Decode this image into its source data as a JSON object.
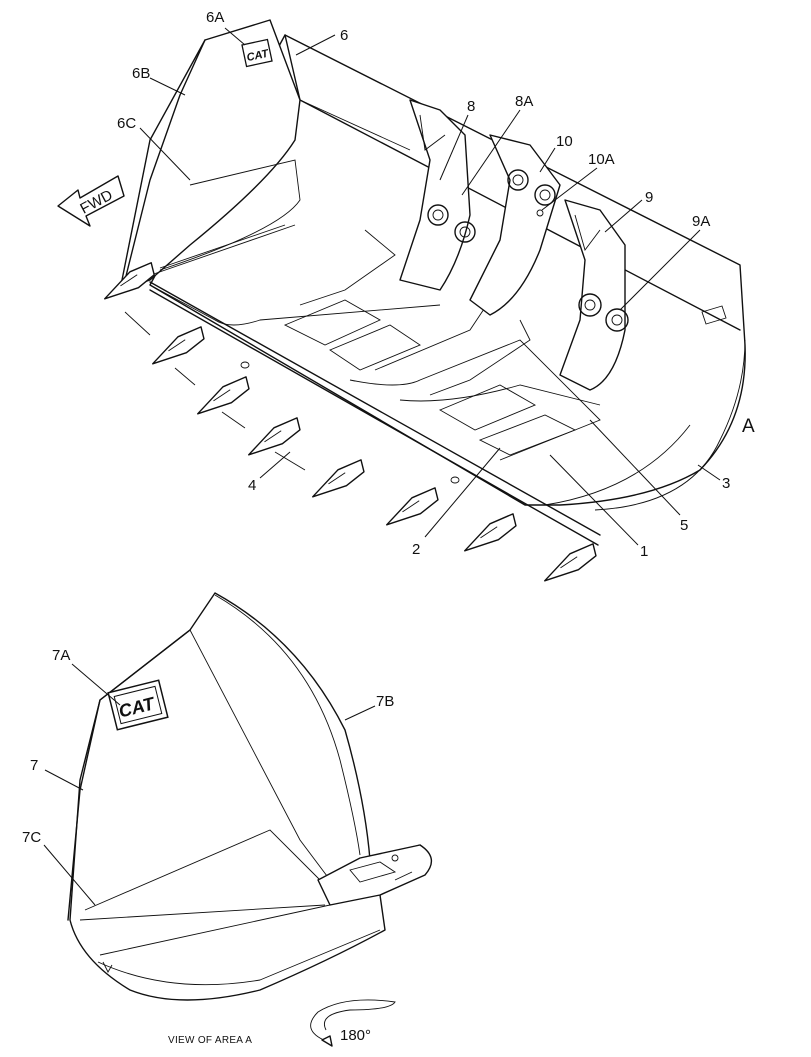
{
  "labels": {
    "l6A": "6A",
    "l6": "6",
    "l6B": "6B",
    "l6C": "6C",
    "l8": "8",
    "l8A": "8A",
    "l10": "10",
    "l10A": "10A",
    "l9": "9",
    "l9A": "9A",
    "lA": "A",
    "l3": "3",
    "l4": "4",
    "l5": "5",
    "l2": "2",
    "l1": "1",
    "l7A": "7A",
    "l7B": "7B",
    "l7": "7",
    "l7C": "7C"
  },
  "fwd_arrow": {
    "label": "FWD"
  },
  "logo": {
    "text": "CAT"
  },
  "caption": {
    "view": "VIEW OF AREA A",
    "rotation": "180°"
  },
  "icons": [
    "fwd-arrow-icon",
    "rotate-180-icon",
    "cat-logo-icon"
  ]
}
